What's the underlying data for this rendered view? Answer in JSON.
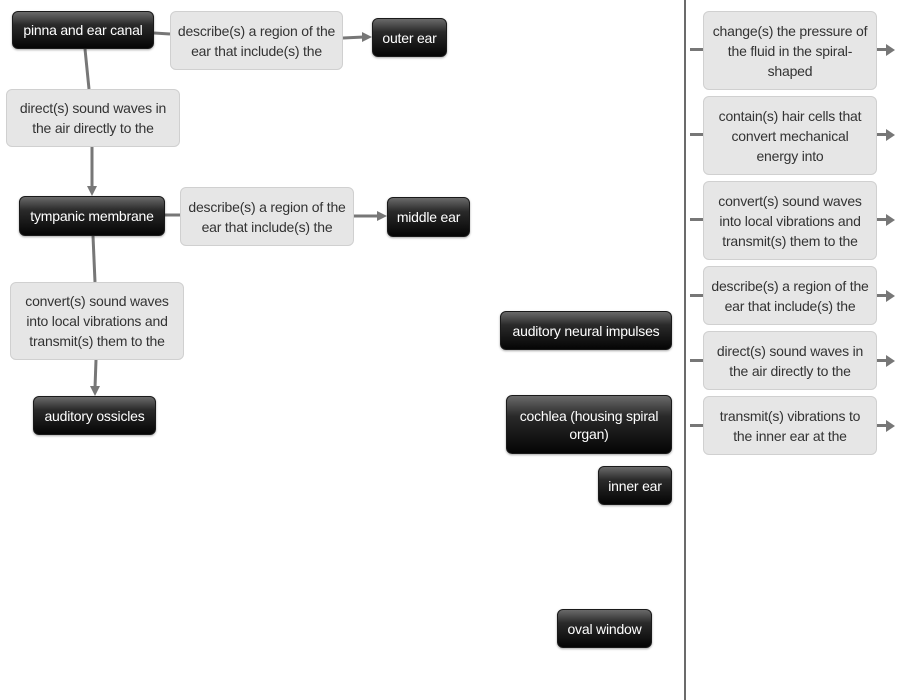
{
  "concept_map": {
    "placed_terms": [
      "pinna and ear canal",
      "outer ear",
      "tympanic membrane",
      "middle ear",
      "auditory ossicles"
    ],
    "placed_links": [
      "describe(s) a region of the ear that include(s) the",
      "direct(s) sound waves in the air directly to the",
      "describe(s) a region of the ear that include(s) the",
      "convert(s) sound waves into local vibrations and transmit(s) them to the"
    ],
    "term_bank": [
      "auditory neural impulses",
      "cochlea (housing spiral organ)",
      "inner ear",
      "oval window"
    ]
  },
  "link_bank": [
    "change(s) the pressure of the fluid in the spiral-shaped",
    "contain(s) hair cells that convert mechanical energy into",
    "convert(s) sound waves into local vibrations and transmit(s) them to the",
    "describe(s) a region of the ear that include(s) the",
    "direct(s) sound waves in the air directly to the",
    "transmit(s) vibrations to the inner ear at the"
  ]
}
